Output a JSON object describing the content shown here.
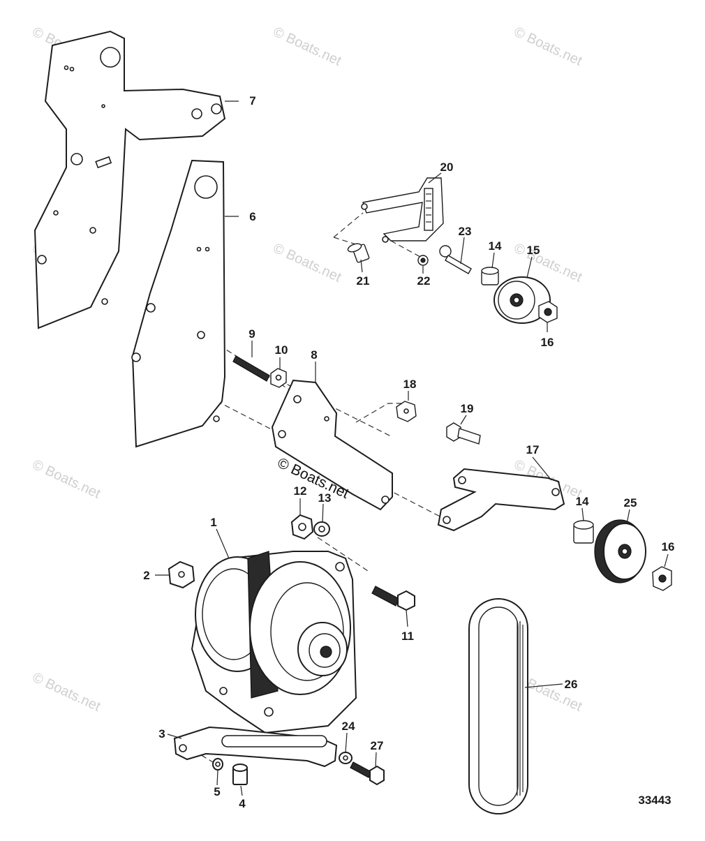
{
  "diagram": {
    "figure_number": "33443",
    "center_watermark": "© Boats.net",
    "corner_watermark": "© Boats.net"
  },
  "parts": [
    {
      "id": "p1",
      "label": "1"
    },
    {
      "id": "p2",
      "label": "2"
    },
    {
      "id": "p3",
      "label": "3"
    },
    {
      "id": "p4",
      "label": "4"
    },
    {
      "id": "p5",
      "label": "5"
    },
    {
      "id": "p6",
      "label": "6"
    },
    {
      "id": "p7",
      "label": "7"
    },
    {
      "id": "p8",
      "label": "8"
    },
    {
      "id": "p9",
      "label": "9"
    },
    {
      "id": "p10",
      "label": "10"
    },
    {
      "id": "p11",
      "label": "11"
    },
    {
      "id": "p12",
      "label": "12"
    },
    {
      "id": "p13",
      "label": "13"
    },
    {
      "id": "p14a",
      "label": "14"
    },
    {
      "id": "p14b",
      "label": "14"
    },
    {
      "id": "p15",
      "label": "15"
    },
    {
      "id": "p16a",
      "label": "16"
    },
    {
      "id": "p16b",
      "label": "16"
    },
    {
      "id": "p17",
      "label": "17"
    },
    {
      "id": "p18",
      "label": "18"
    },
    {
      "id": "p19",
      "label": "19"
    },
    {
      "id": "p20",
      "label": "20"
    },
    {
      "id": "p21",
      "label": "21"
    },
    {
      "id": "p22",
      "label": "22"
    },
    {
      "id": "p23",
      "label": "23"
    },
    {
      "id": "p24",
      "label": "24"
    },
    {
      "id": "p25",
      "label": "25"
    },
    {
      "id": "p26",
      "label": "26"
    },
    {
      "id": "p27",
      "label": "27"
    }
  ]
}
